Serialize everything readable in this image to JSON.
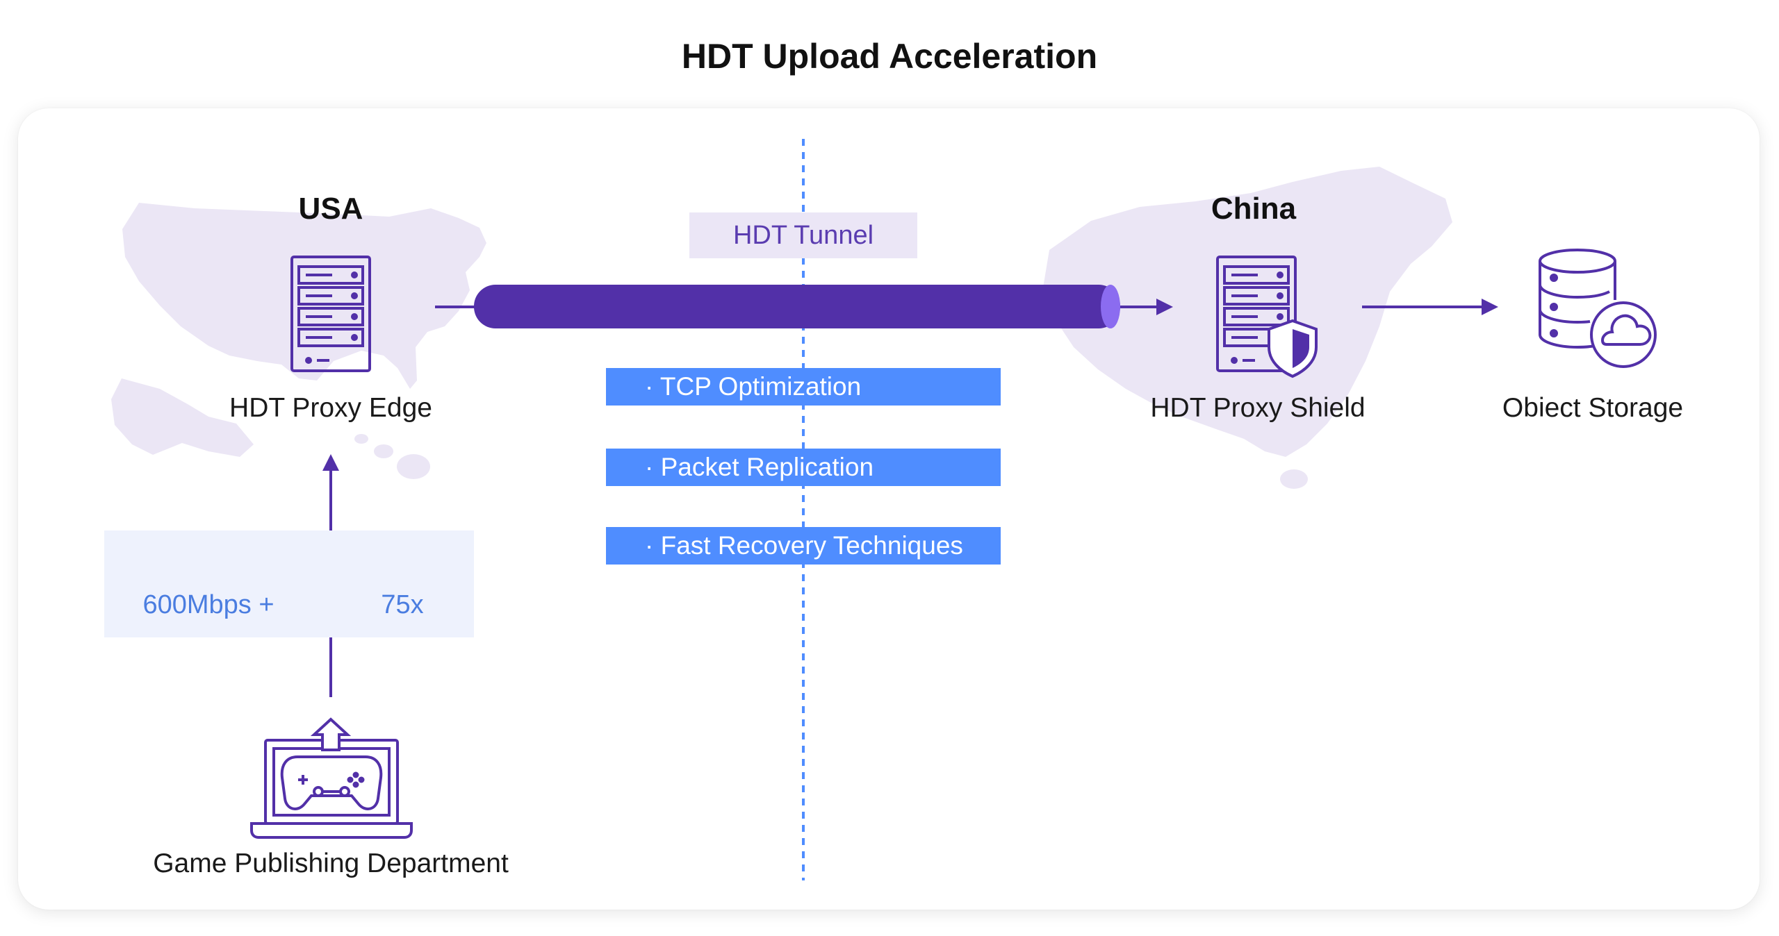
{
  "title": "HDT Upload Acceleration",
  "regions": {
    "left": "USA",
    "right": "China"
  },
  "nodes": {
    "proxy_edge": "HDT Proxy Edge",
    "proxy_shield": "HDT Proxy Shield",
    "object_storage": "Obiect Storage",
    "publisher": "Game Publishing Department"
  },
  "tunnel": {
    "label": "HDT Tunnel",
    "techniques": [
      "· TCP Optimization",
      "· Packet Replication",
      "· Fast Recovery Techniques"
    ]
  },
  "stats": {
    "speed": "600Mbps +",
    "multiplier": "75x"
  },
  "icons": [
    "server-icon",
    "shielded-server-icon",
    "database-cloud-icon",
    "laptop-gamepad-icon",
    "speedometer-icon",
    "upload-arrow-icon"
  ],
  "colors": {
    "primary_purple": "#5230a8",
    "tunnel_end": "#8b6cf0",
    "divider_blue": "#4f8dff",
    "tech_box": "#4f8dff",
    "map_fill": "#ebe6f5",
    "stat_blue": "#4a7de0",
    "stats_bg": "#eef2fd"
  }
}
